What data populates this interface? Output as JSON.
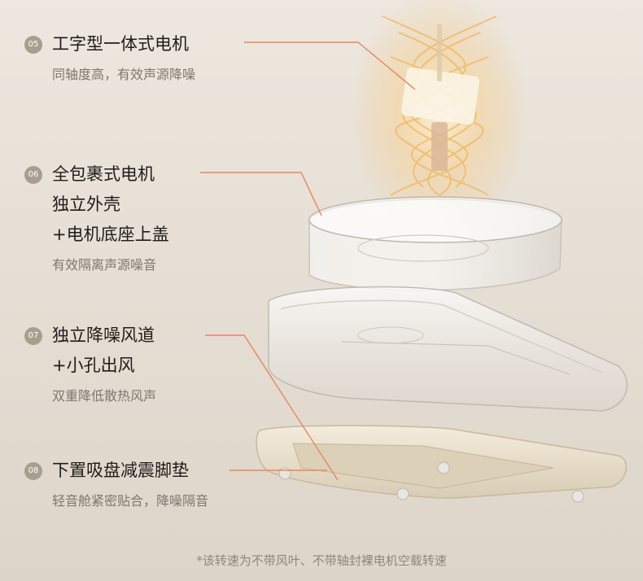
{
  "features": [
    {
      "number": "05",
      "title_lines": [
        "工字型一体式电机"
      ],
      "subtitle": "同轴度高，有效声源降噪"
    },
    {
      "number": "06",
      "title_lines": [
        "全包裹式电机",
        "独立外壳",
        "+电机底座上盖"
      ],
      "subtitle": "有效隔离声源噪音"
    },
    {
      "number": "07",
      "title_lines": [
        "独立降噪风道",
        "+小孔出风"
      ],
      "subtitle": "双重降低散热风声"
    },
    {
      "number": "08",
      "title_lines": [
        "下置吸盘减震脚垫"
      ],
      "subtitle": "轻音舱紧密贴合，降噪隔音"
    }
  ],
  "footnote": "*该转速为不带风叶、不带轴封裸电机空载转速",
  "colors": {
    "accent_line": "#e6875f",
    "badge": "#a79e8f",
    "title": "#1e1c19",
    "subtitle": "#7d776f",
    "glow": "#f2c57c",
    "base": "#efe6d4"
  }
}
